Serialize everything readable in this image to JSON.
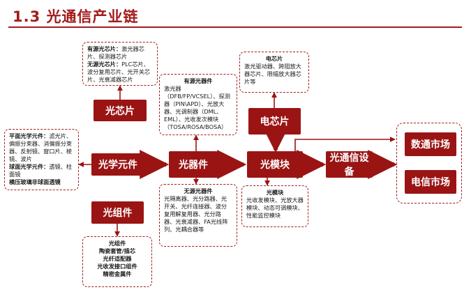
{
  "title": "1.3 光通信产业链",
  "colors": {
    "accent": "#9a1414",
    "title": "#a31b1b"
  },
  "nodes": {
    "optical_chip": "光芯片",
    "optical_element": "光学元件",
    "optical_device": "光器件",
    "optical_module": "光模块",
    "electrical_chip": "电芯片",
    "comm_equipment": "光通信设备",
    "optical_assembly": "光组件",
    "datacom_market": "数通市场",
    "telecom_market": "电信市场"
  },
  "boxes": {
    "optical_chip_detail": {
      "active_head": "有源光芯片：",
      "active_text": "激光器芯片、探测器芯片",
      "passive_head": "无源光芯片：",
      "passive_text": "PLC芯片、波分复用芯片、光开关芯片、光衰减器芯片"
    },
    "optical_element_detail": {
      "planar_head": "平面光学元件：",
      "planar_text": "滤光片、偏振分束器、消偏振分束器、反射镜、窗口片、棱镜、波片",
      "spherical_head": "球面光学元件：",
      "spherical_text": "透镜、柱面镜",
      "tail": "横压玻璃非球面透镜"
    },
    "active_device_detail": {
      "head": "有源光器件",
      "text": "激光器（DFB/FP/VCSEL）、探测器（PIN\\APD）、光放大器、光调制器（DML、EML）、光收发次模块（TOSA/ROSA/BOSA）"
    },
    "passive_device_detail": {
      "head": "无源光器件",
      "text": "光隔离器、光分路器、光开关、光纤连接器、波分复用解复用器、光分路器、光衰减器、FA光线阵列、光耦合器等"
    },
    "electrical_chip_detail": {
      "head": "电芯片",
      "text": "激光驱动器、跨阻放大器芯片、限幅放大器芯片等"
    },
    "optical_module_detail": {
      "head": "光模块",
      "text": "光收发模块、光放大器模块、动态可调模块、性能监控模块"
    },
    "optical_assembly_detail": {
      "head": "光组件",
      "items": [
        "陶瓷套管/插芯",
        "光纤适配器",
        "光收发接口组件",
        "精密金属件"
      ]
    }
  }
}
